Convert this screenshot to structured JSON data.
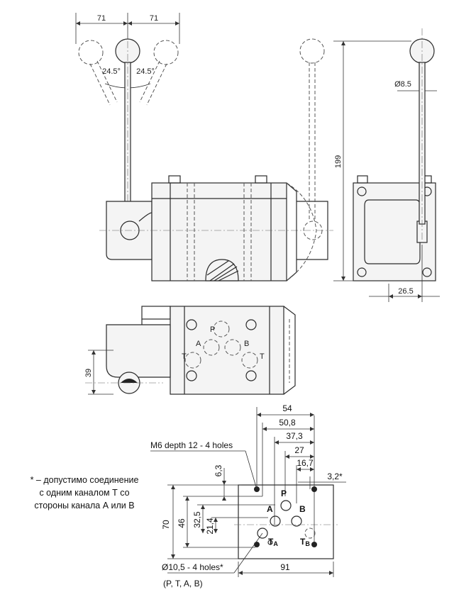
{
  "top_view": {
    "dim_left": "71",
    "dim_right": "71",
    "angle_left": "24.5°",
    "angle_right": "24.5°",
    "dim_height": "199",
    "dim_rod": "Ø8.5",
    "dim_side": "26.5"
  },
  "middle_view": {
    "dim_39": "39",
    "ports": {
      "p": "P",
      "a": "A",
      "b": "B",
      "t1": "T",
      "t2": "T"
    }
  },
  "mount_face": {
    "dims": {
      "w54": "54",
      "w50_8": "50,8",
      "w37_3": "37,3",
      "w27": "27",
      "w16_7": "16,7",
      "w3_2": "3,2*",
      "h6_3": "6,3",
      "h70": "70",
      "h46": "46",
      "h32_5": "32,5",
      "h21_4": "21,4",
      "w91": "91"
    },
    "callout_holes": "M6 depth 12 - 4 holes",
    "callout_ports": "Ø10,5 - 4 holes*",
    "callout_ports_sub": "(P, T, A, B)",
    "ports": {
      "p": "P",
      "a": "A",
      "b": "B",
      "ta": "T",
      "ta_sub": "A",
      "tb": "T",
      "tb_sub": "B"
    }
  },
  "note": {
    "line1": "* – допустимо соединение",
    "line2": "с одним каналом Т со",
    "line3": "стороны канала А или В"
  }
}
